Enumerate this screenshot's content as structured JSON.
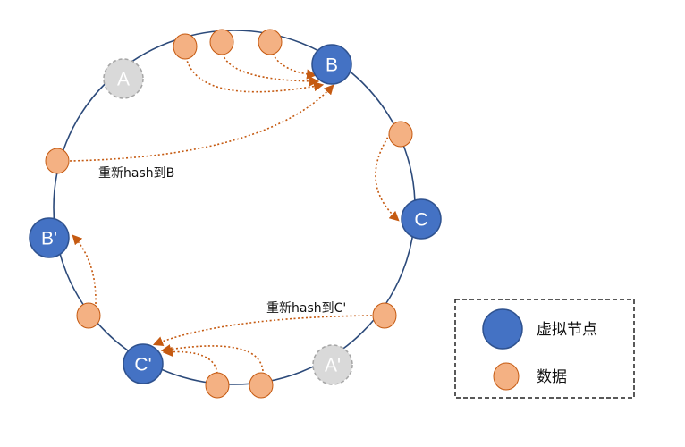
{
  "nodes": {
    "b_label": "B",
    "c_label": "C",
    "a_label": "A",
    "b_prime_label": "B'",
    "c_prime_label": "C'",
    "a_prime_label": "A'"
  },
  "annotations": {
    "rehash_b": "重新hash到B",
    "rehash_c_prime": "重新hash到C'"
  },
  "legend": {
    "virtual_node": "虚拟节点",
    "data": "数据"
  },
  "colors": {
    "ring": "#2c4a7a",
    "virtual_node_fill": "#4472c4",
    "virtual_node_stroke": "#2f528f",
    "data_fill": "#f4b183",
    "data_stroke": "#c55a11",
    "arrow": "#c55a11",
    "removed_node_fill": "#d9d9d9",
    "removed_node_stroke": "#a6a6a6"
  }
}
